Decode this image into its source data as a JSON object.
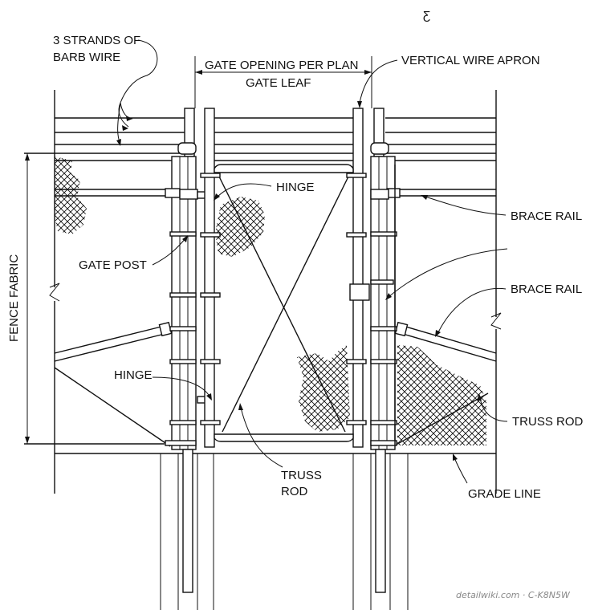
{
  "labels": {
    "barb_wire": [
      "3 STRANDS OF",
      "BARB WIRE"
    ],
    "gate_opening": "GATE OPENING PER PLAN",
    "gate_leaf": "GATE LEAF",
    "vertical_wire_apron": "VERTICAL WIRE APRON",
    "hinge_top": "HINGE",
    "brace_rail_upper": "BRACE RAIL",
    "gate_post": "GATE POST",
    "brace_rail_lower": "BRACE RAIL",
    "fence_fabric": "FENCE FABRIC",
    "hinge_bottom": "HINGE",
    "truss_rod_right": "TRUSS ROD",
    "truss_rod_center": [
      "TRUSS",
      "ROD"
    ],
    "grade_line": "GRADE LINE",
    "top_mark": "Ƹ"
  },
  "watermark": "detailwiki.com · C-K8N5W"
}
